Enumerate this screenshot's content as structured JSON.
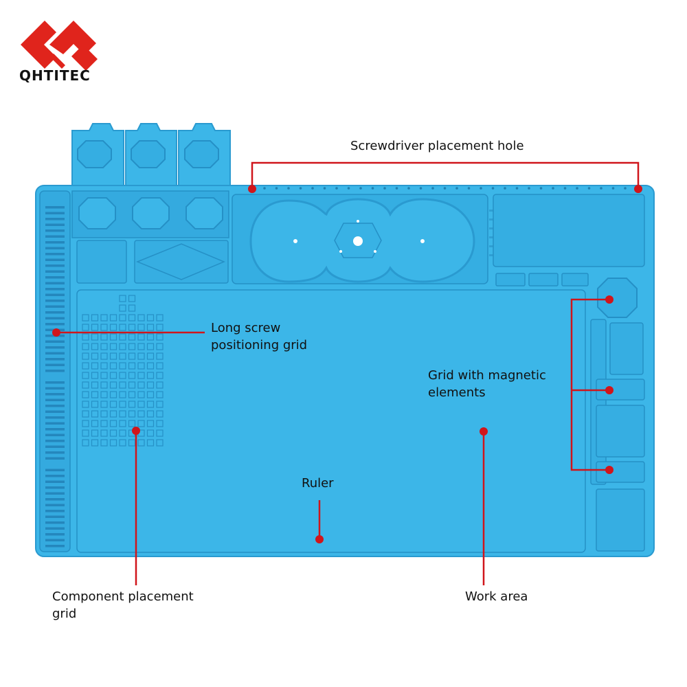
{
  "brand": {
    "name": "QHTITEC",
    "logo_color": "#e0241c"
  },
  "colors": {
    "mat": "#3cb6e8",
    "mat_dark": "#2e9fd3",
    "mat_edge": "#238fc4",
    "annotation": "#d0151b"
  },
  "labels": {
    "screwdriver_hole": "Screwdriver placement hole",
    "long_screw_line1": "Long screw",
    "long_screw_line2": "positioning grid",
    "magnetic_line1": "Grid with magnetic",
    "magnetic_line2": "elements",
    "ruler": "Ruler",
    "component_line1": "Component placement",
    "component_line2": "grid",
    "work_area": "Work area"
  }
}
